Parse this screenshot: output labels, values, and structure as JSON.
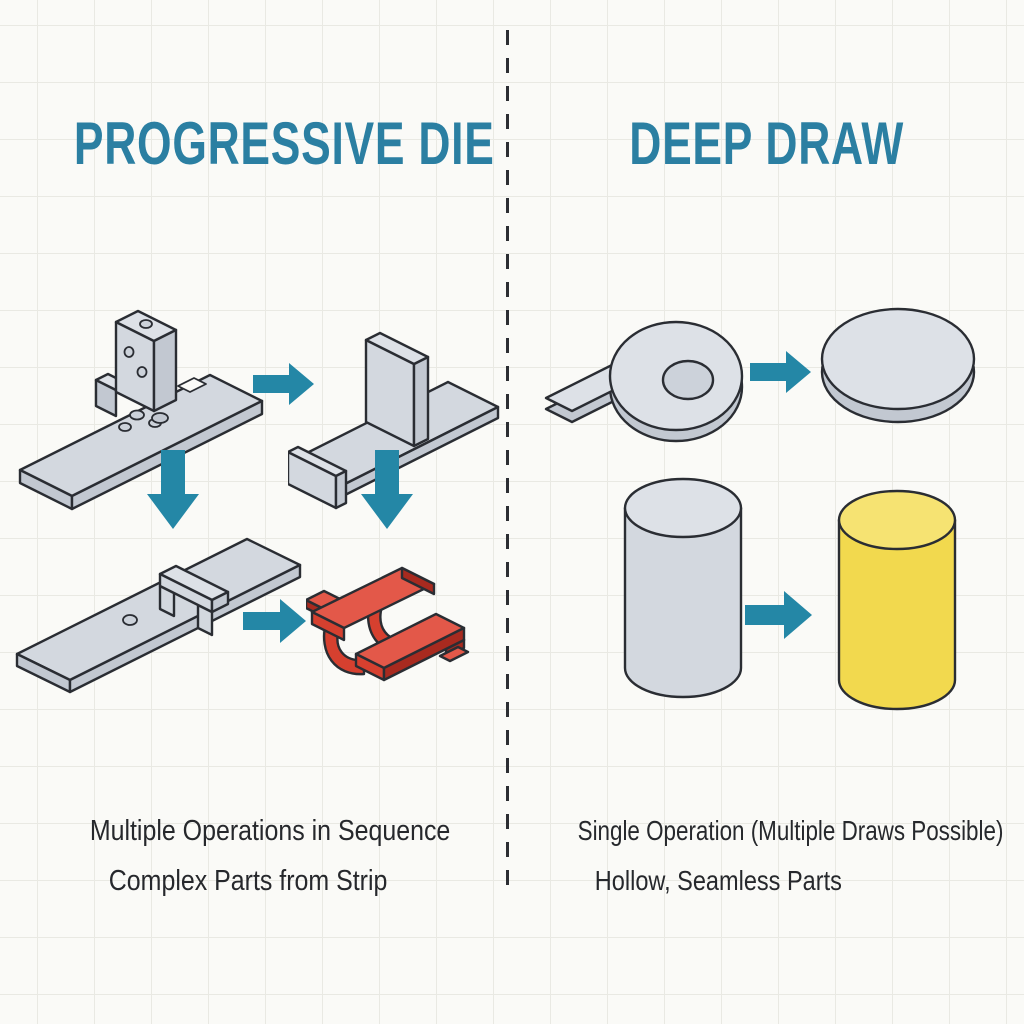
{
  "panels": {
    "left": {
      "title": "PROGRESSIVE DIE",
      "caption_line1": "Multiple Operations in Sequence",
      "caption_line2": "Complex Parts from Strip",
      "illustrations": [
        "pierced-strip-with-punch-tool-icon",
        "bent-flange-strip-icon",
        "formed-tab-strip-icon",
        "finished-complex-red-part-icon"
      ]
    },
    "right": {
      "title": "DEEP DRAW",
      "caption_line1": "Single Operation (Multiple Draws Possible)",
      "caption_line2": "Hollow, Seamless Parts",
      "illustrations": [
        "flat-blank-with-hole-icon",
        "round-blank-disc-icon",
        "drawn-cylinder-gray-icon",
        "finished-drawn-cup-yellow-icon"
      ]
    }
  },
  "colors": {
    "accent_teal": "#2487a6",
    "title_teal": "#2b7fa2",
    "metal_light": "#dde1e7",
    "metal_mid": "#d3d8df",
    "metal_dark": "#c2c8d1",
    "metal_recess": "#ccd2da",
    "outline_dark": "#2a2d33",
    "part_red": "#d6402f",
    "part_red_dark": "#a82a1f",
    "part_red_light": "#e35849",
    "part_yellow": "#f2d94e",
    "part_yellow_light": "#f6e372",
    "divider": "#2c2e33",
    "caption_text": "#26282c",
    "background": "#fafaf7",
    "grid_line": "#e9e9e3"
  }
}
